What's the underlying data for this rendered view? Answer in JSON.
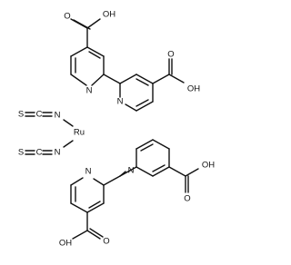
{
  "labels": {
    "cooh_1": "OH",
    "cooh_2": "OH",
    "cooh_3": "OH",
    "cooh_4": "OH",
    "oxygen": "O",
    "nitrogen": "N",
    "sulfur": "S",
    "carbon": "C",
    "ruthenium": "Ru"
  }
}
